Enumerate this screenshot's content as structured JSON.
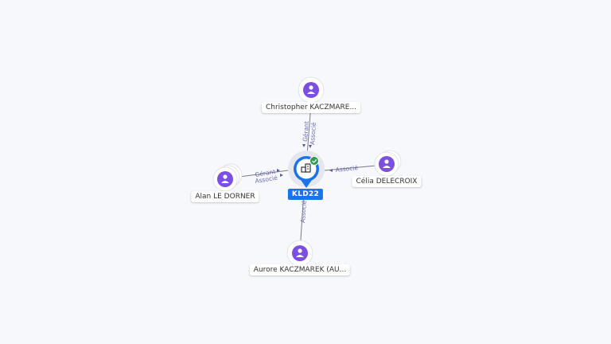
{
  "company": {
    "label": "KLD22"
  },
  "people": [
    {
      "id": "christopher",
      "name": "Christopher KACZMARE..."
    },
    {
      "id": "alan",
      "name": "Alan LE DORNER"
    },
    {
      "id": "celia",
      "name": "Célia DELECROIX"
    },
    {
      "id": "aurore",
      "name": "Aurore KACZMAREK (AU..."
    }
  ],
  "edges": {
    "christopher": [
      "Gérant",
      "Associé"
    ],
    "alan": [
      "Gérant",
      "Associé"
    ],
    "celia": [
      "Associé"
    ],
    "aurore": [
      "Associé"
    ]
  },
  "colors": {
    "person": "#7b4fe0",
    "company": "#1a73e8",
    "check": "#2e9d4f",
    "edge": "#7a7a8a",
    "edge_label": "#6b6bb5"
  },
  "icons": {
    "person": "user-icon",
    "company": "building-icon",
    "verified": "check-icon"
  }
}
